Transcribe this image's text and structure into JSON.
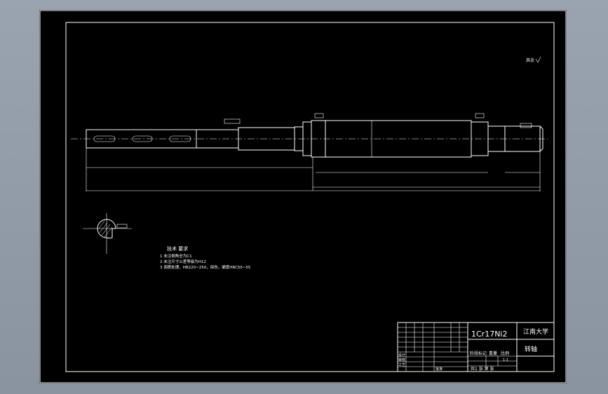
{
  "drawing": {
    "surface_symbol": "其余",
    "tech_title": "技术 要求",
    "tech_notes": [
      "1  未注倒角全为C1",
      "2  未注尺寸公差等级为H12",
      "3 调质处理，HB220~250，探伤，硬度HRC50~55"
    ]
  },
  "title_block": {
    "material": "1Cr17Ni2",
    "school": "江南大学",
    "part_name": "转轴",
    "row_stage": "阶段标记",
    "row_weight": "重量",
    "row_scale": "比例",
    "scale_value": "1:1",
    "sheets": "共1 张 第 张",
    "designer": "设计",
    "checker": "审核",
    "process": "工艺",
    "approve": "批准"
  },
  "colors": {
    "line": "#ffffff",
    "background": "#000000",
    "frame": "#9aa3b0"
  }
}
